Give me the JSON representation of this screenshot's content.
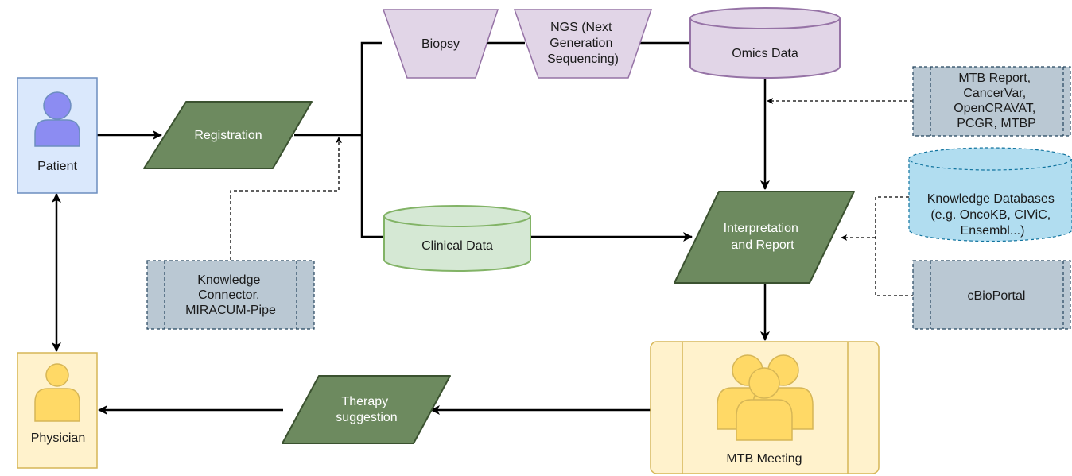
{
  "diagram": {
    "nodes": {
      "patient": {
        "label": "Patient"
      },
      "physician": {
        "label": "Physician"
      },
      "registration": {
        "label": "Registration"
      },
      "biopsy": {
        "label": "Biopsy"
      },
      "ngs": {
        "lines": [
          "NGS (Next",
          "Generation",
          "Sequencing)"
        ]
      },
      "omics": {
        "label": "Omics Data"
      },
      "clinical": {
        "label": "Clinical Data"
      },
      "interpretation": {
        "lines": [
          "Interpretation",
          "and Report"
        ]
      },
      "knowledge_connector": {
        "lines": [
          "Knowledge",
          "Connector,",
          "MIRACUM-Pipe"
        ]
      },
      "mtb_tools": {
        "lines": [
          "MTB Report,",
          "CancerVar,",
          "OpenCRAVAT,",
          "PCGR, MTBP"
        ]
      },
      "knowledge_db": {
        "lines": [
          "Knowledge Databases",
          "(e.g. OncoKB, CIViC,",
          "Ensembl...)"
        ]
      },
      "cbioportal": {
        "label": "cBioPortal"
      },
      "mtb_meeting": {
        "label": "MTB Meeting"
      },
      "therapy": {
        "lines": [
          "Therapy",
          "suggestion"
        ]
      }
    },
    "colors": {
      "process_fill": "#6d8a5f",
      "process_stroke": "#3b5230",
      "patient_fill": "#dae8fc",
      "patient_stroke": "#6c8ebf",
      "patient_icon": "#8c8cf2",
      "physician_fill": "#fff2cc",
      "physician_stroke": "#d6b656",
      "physician_icon": "#ffd966",
      "omics_fill": "#e1d5e7",
      "omics_stroke": "#9673a6",
      "clinical_fill": "#d5e8d4",
      "clinical_stroke": "#82b366",
      "tool_fill": "#bac8d3",
      "tool_stroke": "#23445d",
      "kdb_fill": "#b1ddf0",
      "kdb_stroke": "#10739e"
    }
  }
}
